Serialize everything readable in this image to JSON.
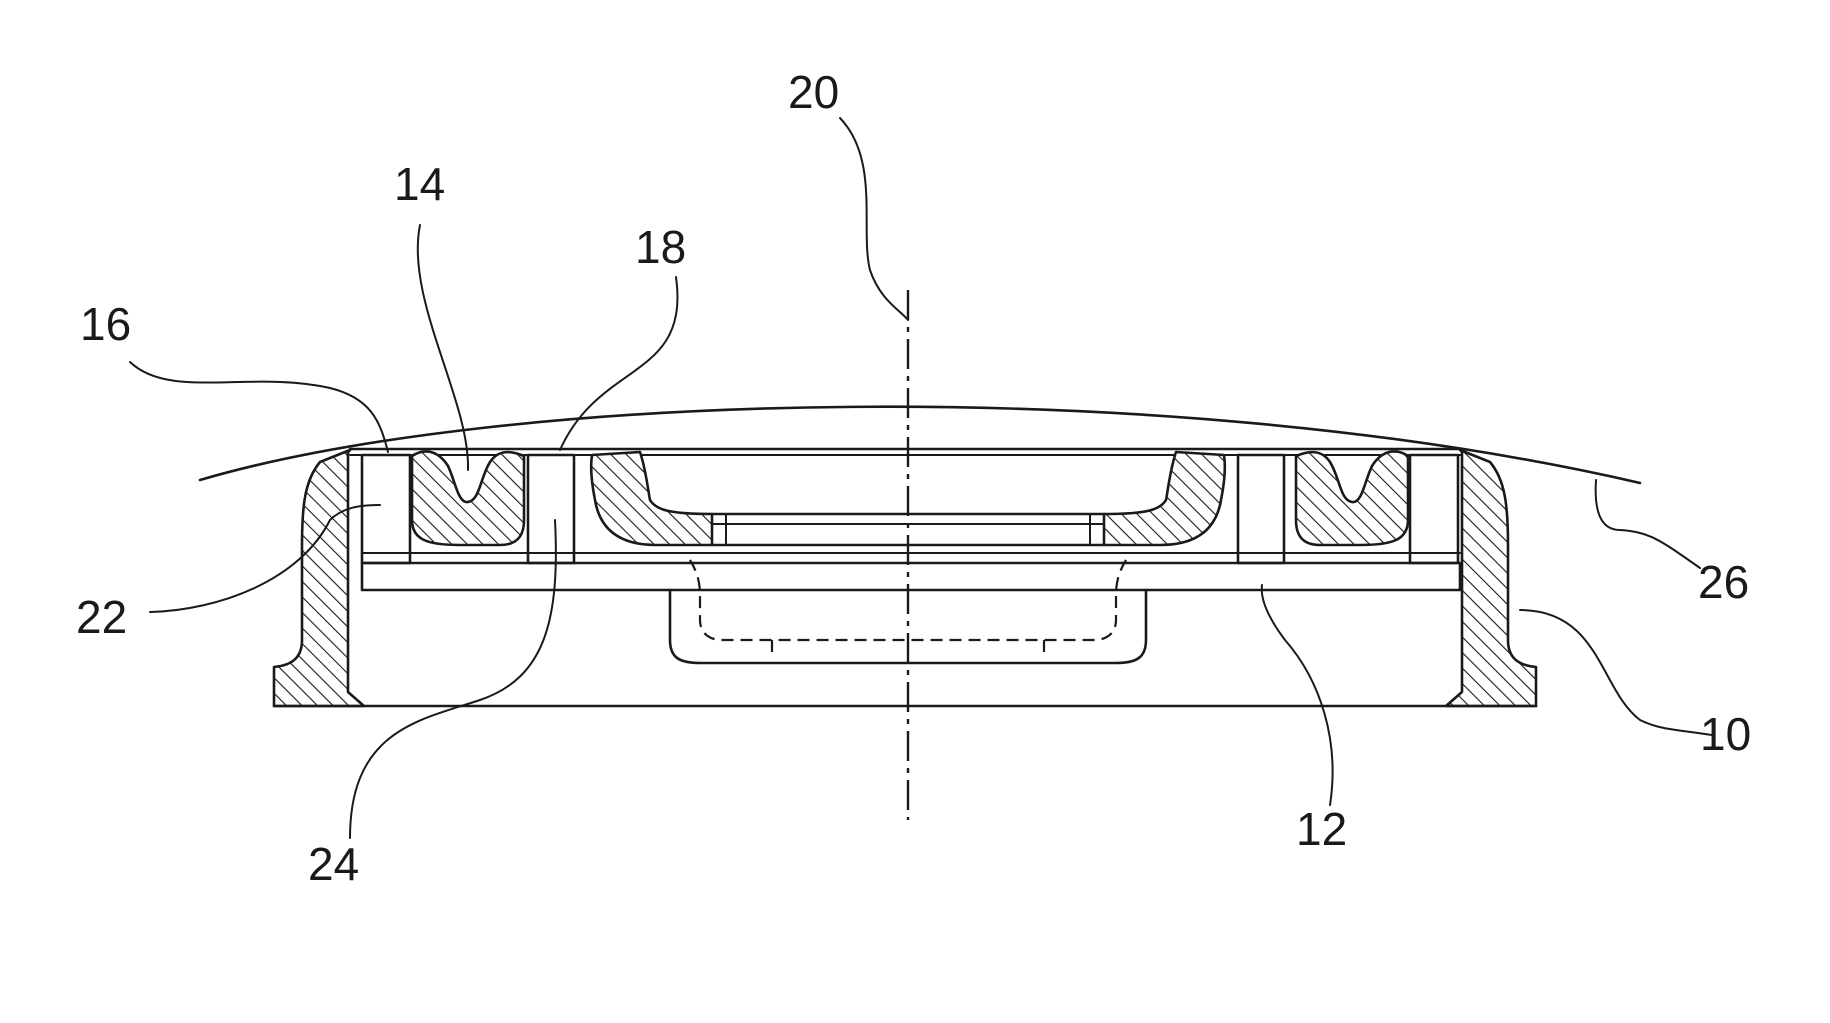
{
  "figure": {
    "labels": {
      "housing": "10",
      "plate": "12",
      "seal": "14",
      "rim_left": "16",
      "rim_inner": "18",
      "axis": "20",
      "opening": "22",
      "post": "24",
      "surface": "26"
    }
  }
}
